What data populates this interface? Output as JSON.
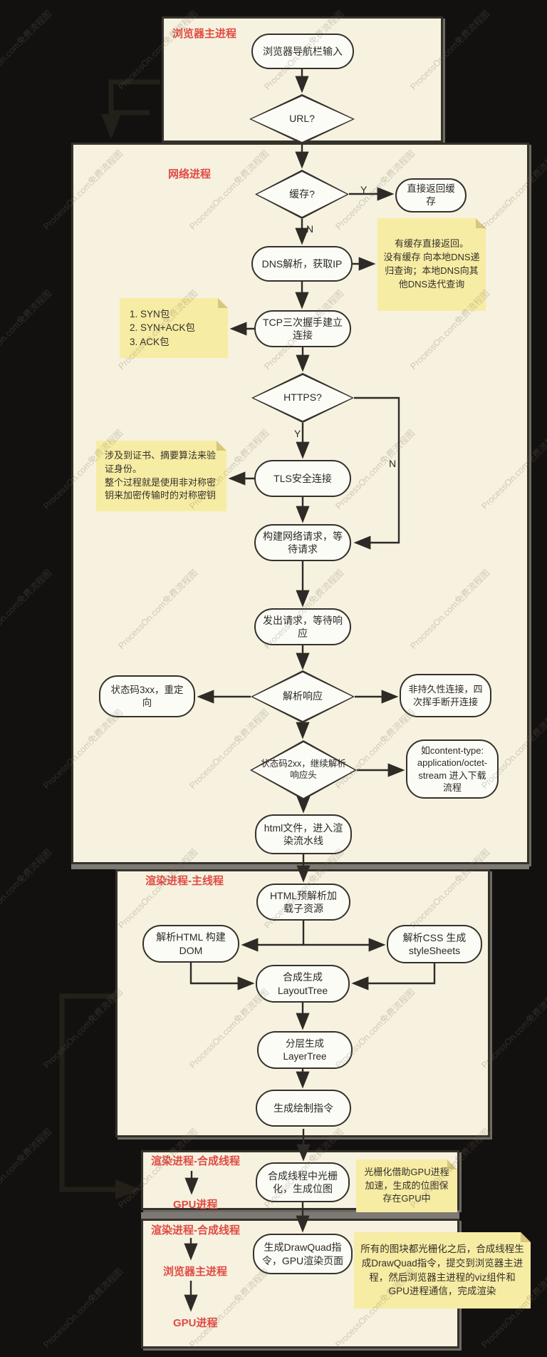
{
  "watermark": {
    "text": "ProcessOn.com免费流程图"
  },
  "colors": {
    "accent_red": "#e04a44",
    "note_yellow": "#f7eca3",
    "panel_cream": "#f6f2df",
    "line_dark": "#2e2a26"
  },
  "groups": {
    "browser_main": {
      "label": "浏览器主进程"
    },
    "network": {
      "label": "网络进程"
    },
    "render_main": {
      "label": "渲染进程-主线程"
    },
    "render_compositor_gpu": {
      "labels": [
        "渲染进程-合成线程",
        "GPU进程"
      ]
    },
    "render_compositor_browser_gpu": {
      "labels": [
        "渲染进程-合成线程",
        "浏览器主进程",
        "GPU进程"
      ]
    }
  },
  "nodes": {
    "nav_input": "浏览器导航栏输入",
    "url_q": "URL?",
    "cache_q": "缓存?",
    "return_cache": "直接返回缓存",
    "dns": "DNS解析，获取IP",
    "tcp": "TCP三次握手建立连接",
    "https_q": "HTTPS?",
    "tls": "TLS安全连接",
    "build_request": "构建网络请求，等待请求",
    "send_request": "发出请求，等待响应",
    "parse_response": "解析响应",
    "status_3xx": "状态码3xx，重定向",
    "non_persistent": "非持久性连接，四次挥手断开连接",
    "status_2xx": "状态码2xx，继续解析响应头",
    "content_type": "如content-type: application/octet-stream 进入下载流程",
    "html_file": "html文件，进入渲染流水线",
    "preparse": "HTML预解析加载子资源",
    "parse_html": "解析HTML 构建DOM",
    "parse_css": "解析CSS 生成styleSheets",
    "layout_tree": "合成生成LayoutTree",
    "layer_tree": "分层生成LayerTree",
    "paint_ops": "生成绘制指令",
    "raster": "合成线程中光栅化，生成位图",
    "draw_quad": "生成DrawQuad指令，GPU渲染页面"
  },
  "branches": {
    "cache_yes": "Y",
    "cache_no": "N",
    "https_yes": "Y",
    "https_no": "N"
  },
  "notes": {
    "dns_note": {
      "lines": [
        "有缓存直接返回。",
        "没有缓存 向本地DNS递归查询；本地DNS向其他DNS迭代查询"
      ]
    },
    "syn_note": {
      "lines": [
        "1. SYN包",
        "2. SYN+ACK包",
        "3. ACK包"
      ]
    },
    "tls_note": {
      "lines": [
        "涉及到证书、摘要算法来验证身份。",
        "整个过程就是使用非对称密钥来加密传输时的对称密钥"
      ]
    },
    "raster_note": {
      "lines": [
        "光栅化借助GPU进程加速，生成的位图保存在GPU中"
      ]
    },
    "draw_quad_note": {
      "lines": [
        "所有的图块都光栅化之后，合成线程生成DrawQuad指令，提交到浏览器主进程，然后浏览器主进程的viz组件和GPU进程通信，完成渲染"
      ]
    }
  }
}
